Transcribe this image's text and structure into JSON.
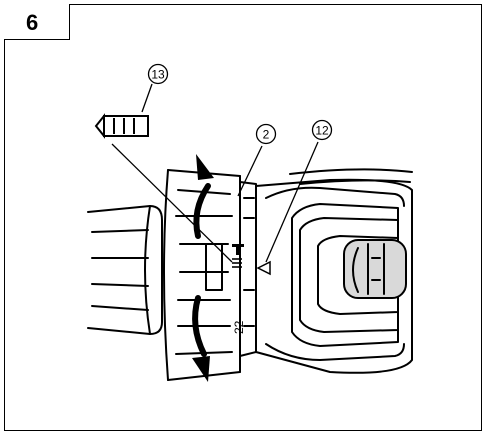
{
  "figure": {
    "number": "6"
  },
  "callouts": [
    {
      "label": "13"
    },
    {
      "label": "2"
    },
    {
      "label": "12"
    }
  ],
  "scale": {
    "lock_mark": "T",
    "value_22": "22"
  },
  "colors": {
    "line": "#000000",
    "background": "#ffffff",
    "shade": "#d9d9d9"
  }
}
